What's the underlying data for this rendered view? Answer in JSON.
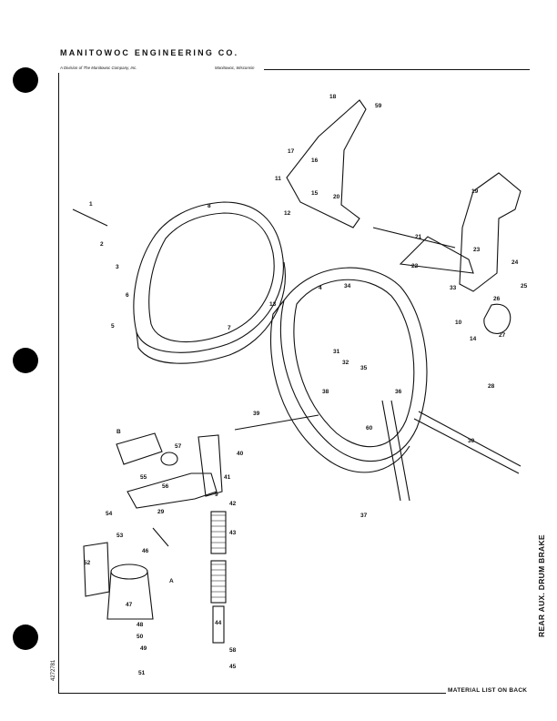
{
  "header": {
    "company": "MANITOWOC ENGINEERING CO.",
    "division": "A Division of The Manitowoc Company, Inc.",
    "location": "Manitowoc, Wisconsin"
  },
  "side_title": "REAR AUX. DRUM BRAKE",
  "document_number": "4272781",
  "footer": "MATERIAL LIST ON BACK",
  "callouts": [
    "1",
    "2",
    "3",
    "4",
    "5",
    "6",
    "7",
    "8",
    "9",
    "10",
    "11",
    "12",
    "13",
    "14",
    "15",
    "16",
    "17",
    "18",
    "19",
    "20",
    "21",
    "22",
    "23",
    "24",
    "25",
    "26",
    "27",
    "28",
    "29",
    "30",
    "31",
    "32",
    "33",
    "34",
    "35",
    "36",
    "37",
    "38",
    "39",
    "40",
    "41",
    "42",
    "43",
    "44",
    "45",
    "46",
    "47",
    "48",
    "49",
    "50",
    "51",
    "52",
    "53",
    "54",
    "55",
    "56",
    "57",
    "58",
    "59",
    "60",
    "A",
    "B"
  ]
}
